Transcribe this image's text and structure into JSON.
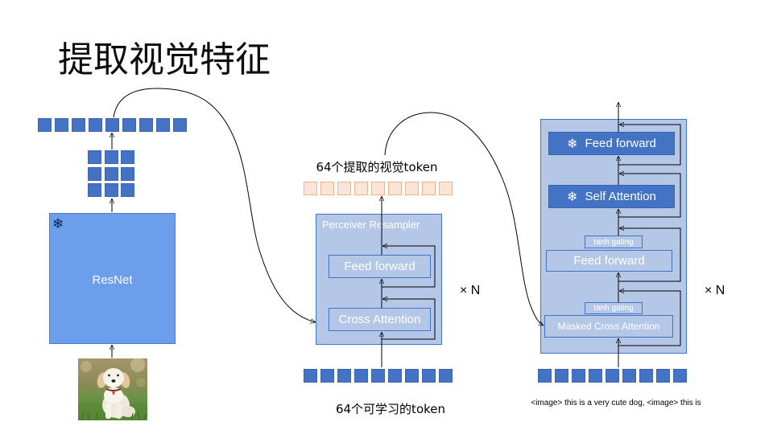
{
  "slide": {
    "title": "提取视觉特征"
  },
  "icons": {
    "frozen": {
      "name": "snowflake-icon",
      "glyph": "❄"
    }
  },
  "vision_encoder": {
    "label": "ResNet",
    "icon": "snowflake-icon"
  },
  "perceiver_resampler": {
    "output_caption": "64个提取的视觉token",
    "title": "Perceiver Resampler",
    "feed_forward": "Feed forward",
    "cross_attention": "Cross Attention",
    "repeat": "× N",
    "input_caption": "64个可学习的token"
  },
  "language_model_block": {
    "frozen_feed_forward": {
      "label": "Feed forward",
      "icon": "snowflake-icon"
    },
    "frozen_self_attention": {
      "label": "Self Attention",
      "icon": "snowflake-icon"
    },
    "upper_gating": "tanh gating",
    "gated_feed_forward": "Feed forward",
    "lower_gating": "tanh gating",
    "masked_cross_attention": "Masked Cross Attention",
    "repeat": "× N",
    "input_text": "<image> this is a very cute dog, <image> this is"
  },
  "colors": {
    "token_blue": "#4472C4",
    "token_blue_border": "#3B64B0",
    "token_peach": "#FBE5D6",
    "token_peach_border": "#F4B183",
    "resnet_fill": "#6D9EEB",
    "resnet_border": "#4A7BD0",
    "block_fill": "#B4C7E7",
    "block_border": "#4472C4",
    "frozen_fill": "#4472C4",
    "frozen_border": "#3562B4",
    "snowflake_dark": "#0F2250"
  }
}
